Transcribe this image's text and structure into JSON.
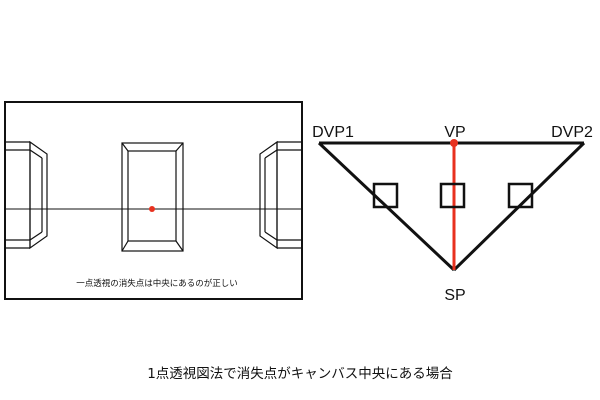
{
  "left_panel": {
    "caption": "一点透視の消失点は中央にあるのが正しい"
  },
  "right_panel": {
    "labels": {
      "dvp1": "DVP1",
      "vp": "VP",
      "dvp2": "DVP2",
      "sp": "SP"
    }
  },
  "figure_caption": "1点透視図法で消失点がキャンバス中央にある場合",
  "colors": {
    "line": "#111111",
    "accent": "#e8311f"
  }
}
